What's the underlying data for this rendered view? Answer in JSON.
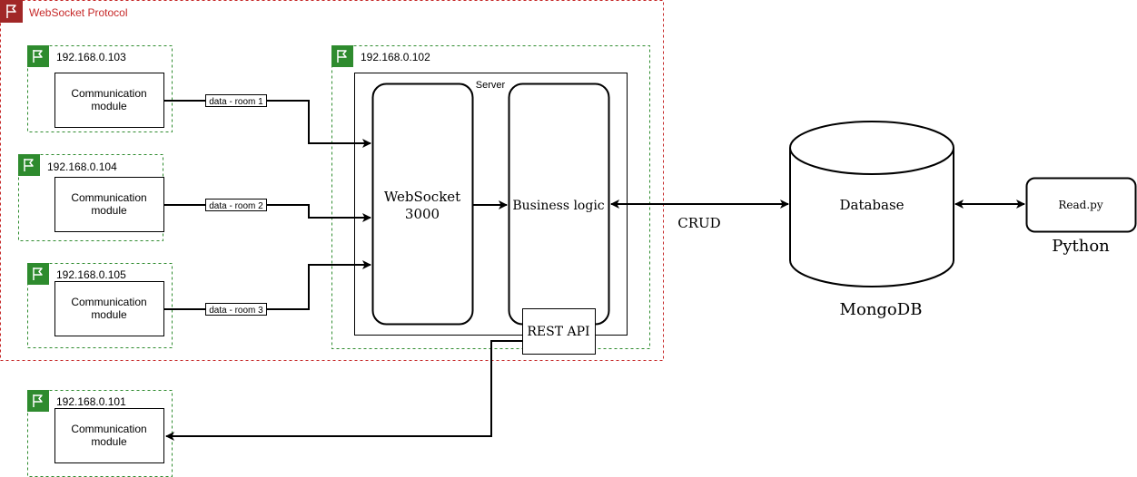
{
  "group": {
    "label": "WebSocket Protocol",
    "color": "#c62828"
  },
  "subnet_color": "#2e8b2e",
  "nodes": [
    {
      "ip": "192.168.0.103",
      "module": [
        "Communication",
        "module"
      ]
    },
    {
      "ip": "192.168.0.104",
      "module": [
        "Communication",
        "module"
      ]
    },
    {
      "ip": "192.168.0.105",
      "module": [
        "Communication",
        "module"
      ]
    },
    {
      "ip": "192.168.0.101",
      "module": [
        "Communication",
        "module"
      ]
    }
  ],
  "server_host": {
    "ip": "192.168.0.102"
  },
  "server": {
    "label": "Server",
    "websocket": [
      "WebSocket",
      "3000"
    ],
    "business": "Business logic",
    "rest": "REST API"
  },
  "links": [
    "data - room 1",
    "data - room 2",
    "data - room 3"
  ],
  "crud": "CRUD",
  "database": {
    "label": "Database",
    "caption": "MongoDB"
  },
  "python": {
    "script": "Read.py",
    "caption": "Python"
  },
  "icons": [
    "flag-icon"
  ]
}
